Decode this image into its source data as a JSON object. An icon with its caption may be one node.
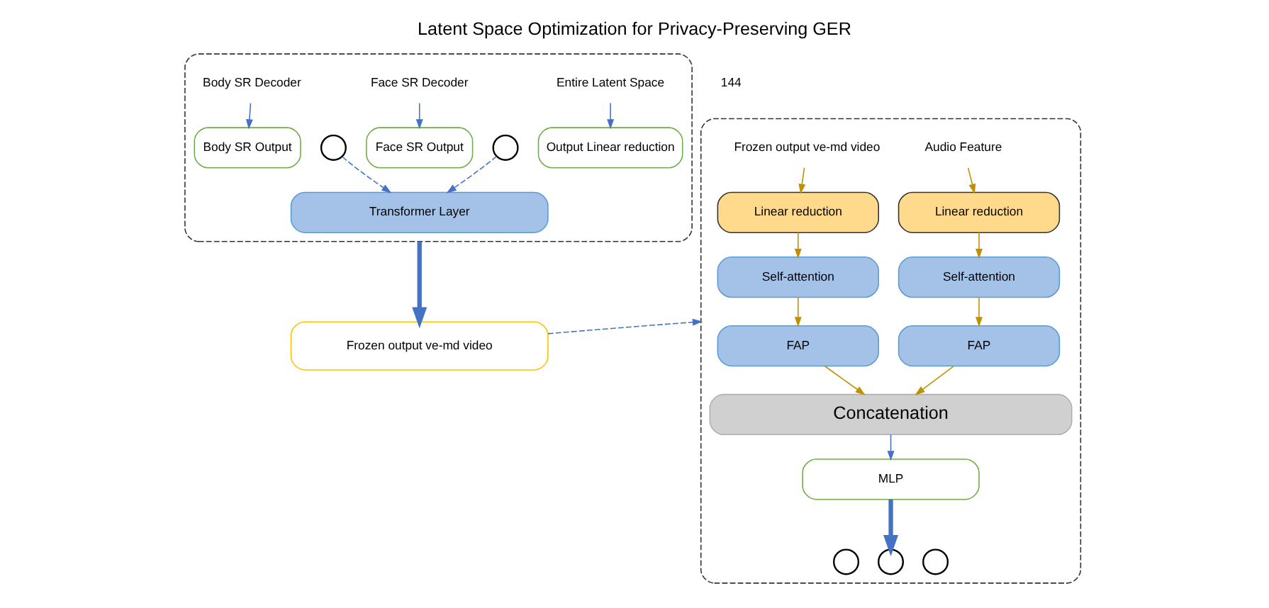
{
  "diagram": {
    "title": "Latent Space Optimization for Privacy-Preserving GER",
    "nodes": [
      {
        "text": [],
        "shape": "box"
      },
      {
        "text": [
          "Body SR Decoder"
        ],
        "in": 0
      },
      {
        "text": [
          "Face SR Decoder"
        ],
        "in": 0
      },
      {
        "text": [
          "Entire Latent Space"
        ],
        "in": 0
      },
      {
        "text": [
          "Body SR Output"
        ],
        "in": 0
      },
      {
        "text": [],
        "shape": "circle",
        "in": 0
      },
      {
        "text": [
          "Face SR Output"
        ],
        "in": 0
      },
      {
        "text": [],
        "shape": "circle",
        "in": 0
      },
      {
        "text": [
          "Output Linear reduction"
        ],
        "in": 0
      },
      {
        "text": [
          "Transformer Layer"
        ],
        "in": 0
      },
      {
        "text": [
          "Frozen output ve-md video"
        ]
      },
      {
        "text": [],
        "shape": "box"
      },
      {
        "text": [
          "Frozen output ve-md video"
        ],
        "in": 11
      },
      {
        "text": [
          "Audio Feature"
        ],
        "in": 11
      },
      {
        "text": [
          "Linear reduction"
        ],
        "in": 11
      },
      {
        "text": [
          "Linear reduction"
        ],
        "in": 11
      },
      {
        "text": [
          "Self-attention"
        ],
        "in": 11
      },
      {
        "text": [
          "Self-attention"
        ],
        "in": 11
      },
      {
        "text": [
          "FAP"
        ],
        "in": 11
      },
      {
        "text": [
          "FAP"
        ],
        "in": 11
      },
      {
        "text": [
          "Concatenation"
        ],
        "in": 11
      },
      {
        "text": [
          "MLP"
        ],
        "in": 11
      },
      {
        "text": [],
        "shape": "circle",
        "in": 11
      },
      {
        "text": [],
        "shape": "circle",
        "in": 11
      },
      {
        "text": [],
        "shape": "circle",
        "in": 11
      }
    ],
    "edges": [
      {
        "from": 1,
        "to": 4,
        "arrow": "to"
      },
      {
        "from": 2,
        "to": 6,
        "arrow": "to"
      },
      {
        "from": 3,
        "to": 8,
        "arrow": "to"
      },
      {
        "from": 5,
        "to": 9,
        "arrow": "to",
        "style": "dashed"
      },
      {
        "from": 7,
        "to": 9,
        "arrow": "to",
        "style": "dashed"
      },
      {
        "from": 0,
        "to": 10,
        "arrow": "to",
        "style": "thick"
      },
      {
        "from": 10,
        "to": 11,
        "arrow": "to",
        "style": "dashed"
      },
      {
        "from": 12,
        "to": 14,
        "arrow": "to",
        "color": "#c09000"
      },
      {
        "from": 13,
        "to": 15,
        "arrow": "to",
        "color": "#c09000"
      },
      {
        "from": 14,
        "to": 16,
        "arrow": "to",
        "color": "#c09000"
      },
      {
        "from": 15,
        "to": 17,
        "arrow": "to",
        "color": "#c09000"
      },
      {
        "from": 16,
        "to": 18,
        "arrow": "to",
        "color": "#c09000"
      },
      {
        "from": 17,
        "to": 19,
        "arrow": "to",
        "color": "#c09000"
      },
      {
        "from": 18,
        "to": 20,
        "arrow": "to",
        "color": "#c09000"
      },
      {
        "from": 19,
        "to": 20,
        "arrow": "to",
        "color": "#c09000"
      },
      {
        "from": 20,
        "to": 21,
        "arrow": "to"
      },
      {
        "from": 21,
        "to": 23,
        "arrow": "to",
        "style": "thick"
      }
    ],
    "labels": [
      "144"
    ]
  }
}
